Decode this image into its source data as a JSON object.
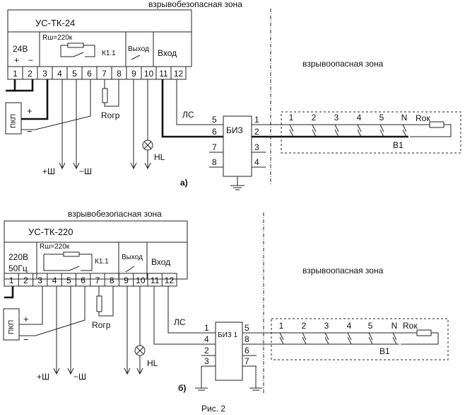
{
  "figure_caption": "Рис. 2",
  "diagram_a": {
    "panel_label": "а)",
    "safe_zone_label": "взрывобезопасная зона",
    "hazard_zone_label": "взрывоопасная зона",
    "device_name": "УС-ТК-24",
    "power_label": "24В",
    "power_plus": "+",
    "power_minus": "−",
    "resistor_label": "Rш=220к",
    "relay_label": "К1.1",
    "output_label": "Выход",
    "input_label": "Вход",
    "terminals": [
      "1",
      "2",
      "3",
      "4",
      "5",
      "6",
      "7",
      "8",
      "9",
      "10",
      "11",
      "12"
    ],
    "pkp_label": "ПКП",
    "pkp_plus": "+",
    "pkp_minus": "−",
    "rogr_label": "Rогр",
    "hl_label": "HL",
    "plus_sh": "+Ш",
    "minus_sh": "−Ш",
    "ls_label": "ЛС",
    "biz_label": "БИЗ",
    "biz_left_pins": [
      "5",
      "6",
      "7",
      "8"
    ],
    "biz_right_pins": [
      "1",
      "2",
      "3",
      "4"
    ],
    "detectors": [
      "1",
      "2",
      "3",
      "4",
      "5",
      "N"
    ],
    "rok_label": "Rок",
    "b1_label": "B1"
  },
  "diagram_b": {
    "panel_label": "б)",
    "safe_zone_label": "взрывобезопасная зона",
    "hazard_zone_label": "взрывоопасная зона",
    "device_name": "УС-ТК-220",
    "power_label_1": "220В",
    "power_label_2": "50Гц",
    "resistor_label": "Rш=220к",
    "relay_label": "К1.1",
    "output_label": "Выход",
    "input_label": "Вход",
    "terminals": [
      "1",
      "2",
      "3",
      "4",
      "5",
      "6",
      "7",
      "8",
      "9",
      "10",
      "11",
      "12"
    ],
    "pkp_label": "ПКП",
    "pkp_plus": "+",
    "pkp_minus": "−",
    "rogr_label": "Rогр",
    "hl_label": "HL",
    "plus_sh": "+Ш",
    "minus_sh": "−Ш",
    "ls_label": "ЛС",
    "biz_label": "БИЗ 1",
    "biz_left_pins": [
      "1",
      "4",
      "2",
      "3"
    ],
    "biz_right_pins": [
      "5",
      "8",
      "6",
      "7"
    ],
    "detectors": [
      "1",
      "2",
      "3",
      "4",
      "5",
      "N"
    ],
    "rok_label": "Rок",
    "b1_label": "B1"
  }
}
